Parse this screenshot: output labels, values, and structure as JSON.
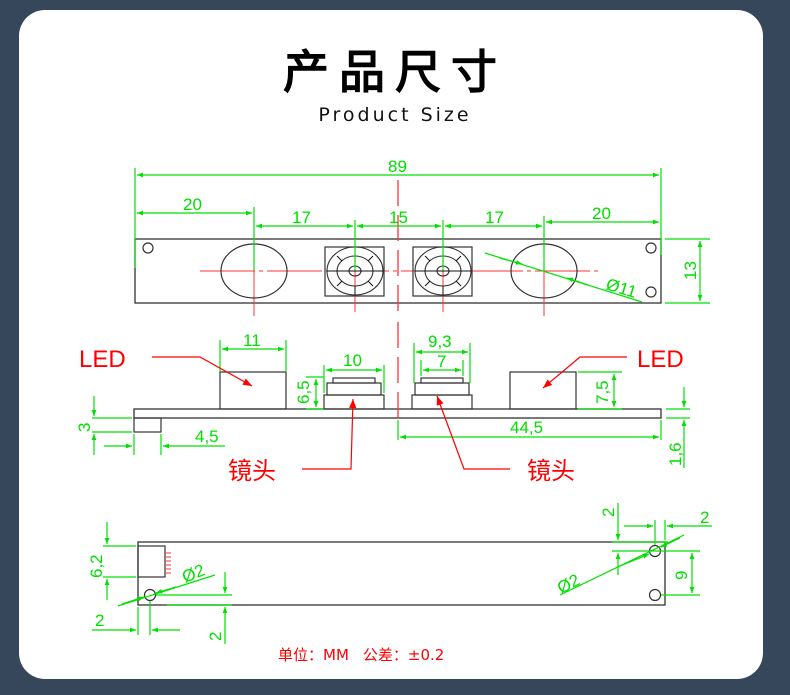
{
  "header": {
    "title": "产品尺寸",
    "subtitle": "Product Size"
  },
  "colors": {
    "background": "#36475b",
    "card": "#ffffff",
    "dimension": "#00e000",
    "centerline": "#ff0000",
    "outline": "#222222",
    "annotation": "#ff0000"
  },
  "top_view": {
    "overall_width": "89",
    "left_offset": "20",
    "spacing_left": "17",
    "spacing_center": "15",
    "spacing_right": "17",
    "right_offset": "20",
    "height": "13",
    "led_diameter": "Ø11"
  },
  "side_view": {
    "led_label_left": "LED",
    "led_label_right": "LED",
    "lens_label_left": "镜头",
    "lens_label_right": "镜头",
    "led_width": "11",
    "lens_width_left": "10",
    "lens_width_outer": "9,3",
    "lens_width_inner": "7",
    "lens_height": "6,5",
    "led_height": "7,5",
    "connector_height": "3",
    "connector_offset": "4,5",
    "half_length": "44,5",
    "board_thickness": "1,6"
  },
  "bottom_view": {
    "connector_height": "6,2",
    "hole_diameter_left": "Ø2",
    "hole_diameter_right": "Ø2",
    "hole_x_left": "2",
    "hole_y_left": "2",
    "hole_y_right": "2",
    "hole_x_right": "2",
    "hole_spacing": "9"
  },
  "footer": {
    "unit_label": "单位：",
    "unit_value": "MM",
    "tolerance_label": "公差：",
    "tolerance_value": "±0.2"
  }
}
